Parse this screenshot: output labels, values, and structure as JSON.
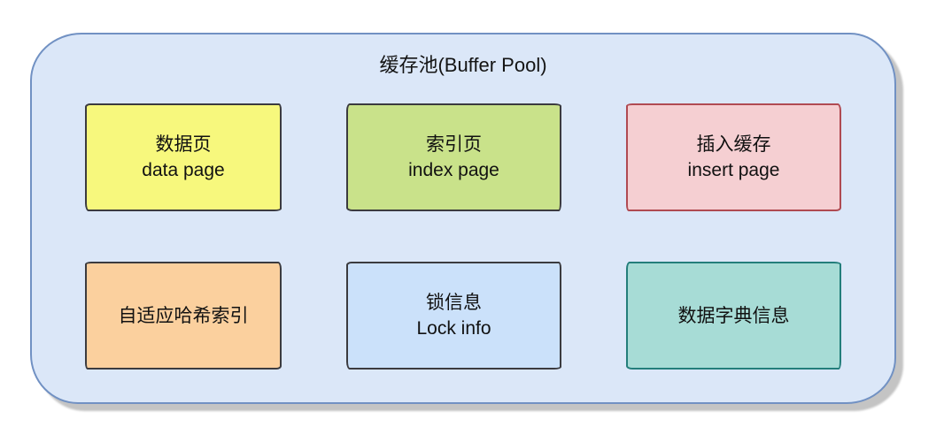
{
  "diagram": {
    "title": "缓存池(Buffer Pool)",
    "boxes": [
      {
        "id": "data-page",
        "line1": "数据页",
        "line2": "data page",
        "fill": "#f7f87d",
        "border": "#3b3b3f"
      },
      {
        "id": "index-page",
        "line1": "索引页",
        "line2": "index page",
        "fill": "#c9e28a",
        "border": "#3b3b3f"
      },
      {
        "id": "insert-page",
        "line1": "插入缓存",
        "line2": "insert page",
        "fill": "#f5cfd2",
        "border": "#b04a52"
      },
      {
        "id": "adaptive-hash-index",
        "line1": "自适应哈希索引",
        "fill": "#fbd09e",
        "border": "#3b3b3f"
      },
      {
        "id": "lock-info",
        "line1": "锁信息",
        "line2": "Lock info",
        "fill": "#cbe1fa",
        "border": "#3b3b3f"
      },
      {
        "id": "data-dictionary-info",
        "line1": "数据字典信息",
        "fill": "#a7dcd6",
        "border": "#237e7b"
      }
    ],
    "colors": {
      "pool_fill": "#dbe7f8",
      "pool_border": "#7191c3",
      "shadow": "#c4c4c4",
      "background": "#ffffff"
    }
  }
}
